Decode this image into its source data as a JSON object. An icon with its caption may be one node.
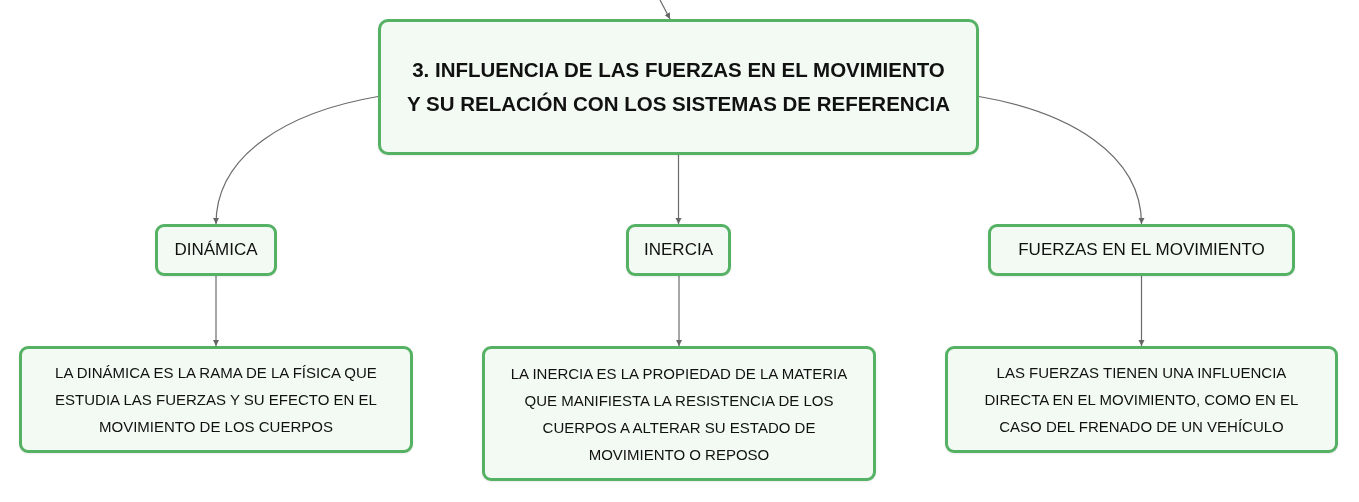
{
  "diagram": {
    "nodes": [
      {
        "text": [
          "3. INFLUENCIA DE LAS FUERZAS EN EL MOVIMIENTO Y SU RELACIÓN CON LOS SISTEMAS DE REFERENCIA"
        ]
      },
      {
        "text": [
          "DINÁMICA"
        ]
      },
      {
        "text": [
          "INERCIA"
        ]
      },
      {
        "text": [
          "FUERZAS EN EL MOVIMIENTO"
        ]
      },
      {
        "text": [
          "LA DINÁMICA ES LA RAMA DE LA FÍSICA QUE ESTUDIA LAS FUERZAS Y SU EFECTO EN EL MOVIMIENTO DE LOS CUERPOS"
        ]
      },
      {
        "text": [
          "LA INERCIA ES LA PROPIEDAD DE LA MATERIA QUE MANIFIESTA LA RESISTENCIA DE LOS CUERPOS A ALTERAR SU ESTADO DE MOVIMIENTO O REPOSO"
        ]
      },
      {
        "text": [
          "LAS FUERZAS TIENEN UNA INFLUENCIA DIRECTA EN EL MOVIMIENTO, COMO EN EL CASO DEL FRENADO DE UN VEHÍCULO"
        ]
      }
    ],
    "edges": [
      {
        "from": null,
        "to": 0,
        "arrow": "to"
      },
      {
        "from": 0,
        "to": 1,
        "arrow": "to"
      },
      {
        "from": 0,
        "to": 2,
        "arrow": "to"
      },
      {
        "from": 0,
        "to": 3,
        "arrow": "to"
      },
      {
        "from": 1,
        "to": 4,
        "arrow": "to"
      },
      {
        "from": 2,
        "to": 5,
        "arrow": "to"
      },
      {
        "from": 3,
        "to": 6,
        "arrow": "to"
      }
    ]
  }
}
